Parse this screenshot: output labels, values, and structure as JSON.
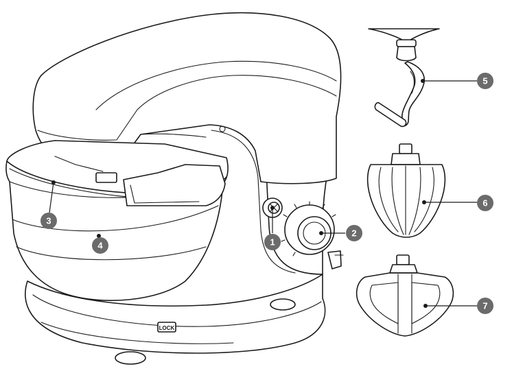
{
  "diagram": {
    "lock_label": "LOCK",
    "callouts": [
      {
        "number": "1",
        "part": "speed-button"
      },
      {
        "number": "2",
        "part": "speed-dial"
      },
      {
        "number": "3",
        "part": "splash-guard"
      },
      {
        "number": "4",
        "part": "mixing-bowl"
      },
      {
        "number": "5",
        "part": "dough-hook"
      },
      {
        "number": "6",
        "part": "wire-whisk"
      },
      {
        "number": "7",
        "part": "flat-beater"
      }
    ]
  }
}
